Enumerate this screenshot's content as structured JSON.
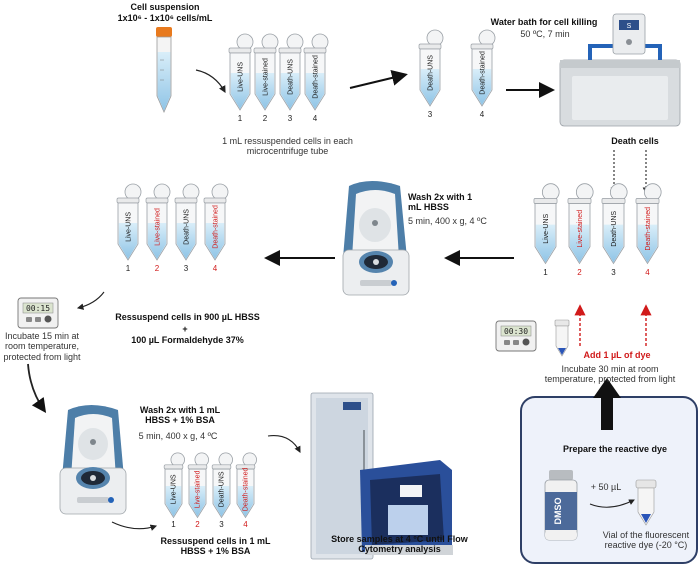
{
  "step1": {
    "title": "Cell suspension",
    "concentration": "1x10⁶ - 1x10⁶ cells/mL",
    "tube_labels": [
      "Live-UNS",
      "Live-stained",
      "Death-UNS",
      "Death-stained"
    ],
    "tube_numbers": [
      "1",
      "2",
      "3",
      "4"
    ],
    "caption": "1 mL ressuspended cells in each microcentrifuge tube"
  },
  "step2": {
    "tube_labels": [
      "Death-UNS",
      "Death-stained"
    ],
    "tube_numbers": [
      "3",
      "4"
    ]
  },
  "waterbath": {
    "title": "Water bath for cell killing",
    "detail": "50 ºC, 7 min",
    "display": "S"
  },
  "death_cells": "Death cells",
  "staining": {
    "tube_labels": [
      "Live-UNS",
      "Live-stained",
      "Death-UNS",
      "Death-stained"
    ],
    "tube_numbers": [
      "1",
      "2",
      "3",
      "4"
    ],
    "add_dye": "Add 1 µL of dye",
    "timer": "00:30",
    "incubate": "Incubate 30 min at room temperature, protected from light"
  },
  "wash1": {
    "title": "Wash 2x with 1 mL HBSS",
    "detail": "5 min, 400 x g, 4 ºC"
  },
  "fix": {
    "tube_labels": [
      "Live-UNS",
      "Live-stained",
      "Death-UNS",
      "Death-stained"
    ],
    "tube_numbers": [
      "1",
      "2",
      "3",
      "4"
    ],
    "line1": "Ressuspend cells in 900 µL HBSS",
    "plus": "+",
    "line2": "100 µL Formaldehyde 37%",
    "timer": "00:15",
    "incubate": "Incubate 15 min at room temperature, protected from light"
  },
  "wash2": {
    "title": "Wash 2x with 1 mL HBSS + 1% BSA",
    "detail": "5 min, 400 x g, 4 ºC"
  },
  "final": {
    "tube_labels": [
      "Live-UNS",
      "Live-stained",
      "Death-UNS",
      "Death-stained"
    ],
    "tube_numbers": [
      "1",
      "2",
      "3",
      "4"
    ],
    "caption": "Ressuspend cells in 1 mL HBSS + 1% BSA",
    "store": "Store samples at 4 °C until Flow Cytometry analysis"
  },
  "dye_box": {
    "title": "Prepare the reactive dye",
    "vial_label": "DMSO",
    "volume": "+ 50 µL",
    "vial_caption": "Vial of the fluorescent reactive dye (-20 °C)"
  },
  "colors": {
    "red": "#d11a1a",
    "box_border": "#2e3f66",
    "box_fill": "#eef2fa",
    "liquid": "#bfe0f3",
    "centrifuge_blue": "#5b88b0",
    "waterbath_blue": "#2463b8"
  }
}
